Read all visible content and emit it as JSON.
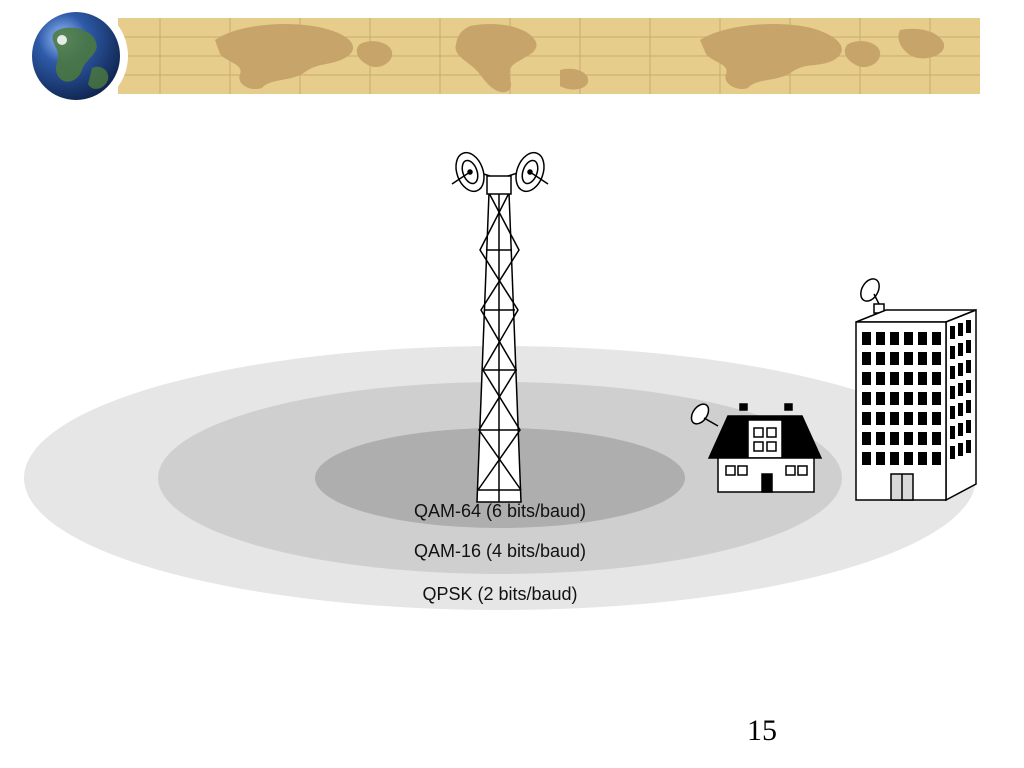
{
  "colors": {
    "banner": "#e7cd8c",
    "banner_land": "#c7a56a",
    "banner_grid": "#c9ab6e",
    "globe_ocean": "#1f3f7a",
    "outer_zone": "#e6e6e6",
    "middle_zone": "#cfcfcf",
    "inner_zone": "#aeaeae"
  },
  "icons": [
    "globe-icon",
    "world-map-banner",
    "antenna-tower-icon",
    "dish-antenna-icon",
    "house-icon",
    "office-building-icon"
  ],
  "zones": [
    {
      "id": "inner",
      "label": "QAM-64 (6 bits/baud)"
    },
    {
      "id": "middle",
      "label": "QAM-16 (4 bits/baud)"
    },
    {
      "id": "outer",
      "label": "QPSK (2 bits/baud)"
    }
  ],
  "page": {
    "number": "15"
  }
}
